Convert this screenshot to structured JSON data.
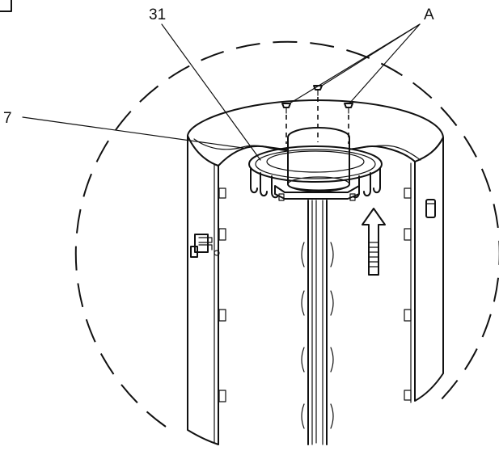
{
  "callouts": {
    "part_31": "31",
    "part_A": "A",
    "part_7": "7"
  }
}
